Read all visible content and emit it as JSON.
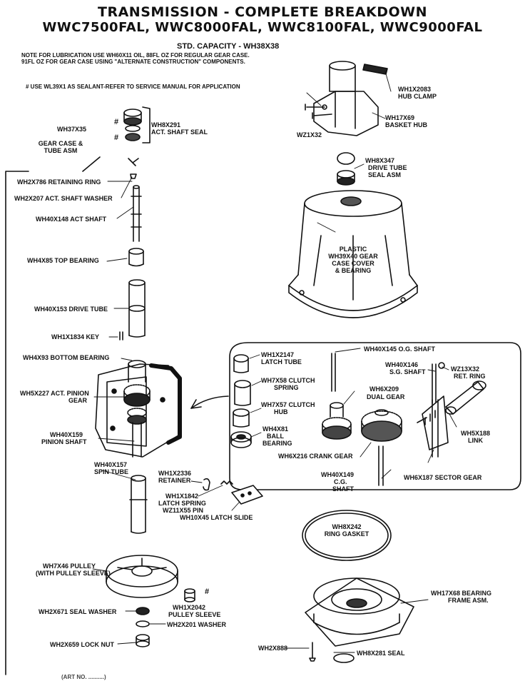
{
  "header": {
    "title": "TRANSMISSION - COMPLETE BREAKDOWN",
    "models": "WWC7500FAL, WWC8000FAL, WWC8100FAL, WWC9000FAL",
    "capacity": "STD. CAPACITY  -  WH38X38",
    "note_line1": "NOTE  FOR LUBRICATION USE WH60X11 OIL, 88FL OZ  FOR REGULAR GEAR CASE.",
    "note_line2": "91FL OZ  FOR GEAR CASE USING \"ALTERNATE CONSTRUCTION\" COMPONENTS.",
    "sealant_note": "# USE WL39X1 AS SEALANT-REFER TO SERVICE MANUAL FOR APPLICATION"
  },
  "parts": {
    "hub_clamp": {
      "code": "WH1X2083",
      "name": "HUB CLAMP"
    },
    "basket_hub": {
      "code": "WH17X69",
      "name": "BASKET HUB"
    },
    "wz1x32": {
      "code": "WZ1X32"
    },
    "act_shaft_seal": {
      "code": "WH8X291",
      "name": "ACT. SHAFT SEAL"
    },
    "wh37x35": {
      "code": "WH37X35"
    },
    "gear_case": {
      "line1": "GEAR CASE &",
      "line2": "TUBE ASM"
    },
    "drive_tube_seal": {
      "code": "WH8X347",
      "line1": "DRIVE TUBE",
      "line2": "SEAL ASM"
    },
    "retaining_ring": {
      "text": "WH2X786 RETAINING RING"
    },
    "act_shaft_washer": {
      "text": "WH2X207 ACT. SHAFT WASHER"
    },
    "act_shaft": {
      "text": "WH40X148 ACT  SHAFT"
    },
    "gear_case_cover": {
      "line1": "PLASTIC",
      "line2": "WH39X40 GEAR",
      "line3": "CASE COVER",
      "line4": "& BEARING"
    },
    "top_bearing": {
      "text": "WH4X85 TOP BEARING"
    },
    "drive_tube": {
      "text": "WH40X153 DRIVE TUBE"
    },
    "key": {
      "text": "WH1X1834 KEY"
    },
    "bottom_bearing": {
      "text": "WH4X93 BOTTOM BEARING"
    },
    "og_shaft": {
      "text": "WH40X145 O.G. SHAFT"
    },
    "latch_tube": {
      "code": "WH1X2147",
      "name": "LATCH TUBE"
    },
    "sg_shaft": {
      "code": "WH40X146",
      "name": "S.G. SHAFT"
    },
    "ret_ring": {
      "code": "WZ13X32",
      "name": "RET. RING"
    },
    "clutch_spring": {
      "code": "WH7X58 CLUTCH",
      "name": "SPRING"
    },
    "dual_gear": {
      "code": "WH6X209",
      "name": "DUAL GEAR"
    },
    "act_pinion_gear": {
      "line1": "WH5X227 ACT. PINION",
      "line2": "GEAR"
    },
    "clutch_hub": {
      "code": "WH7X57 CLUTCH",
      "name": "HUB"
    },
    "ball_bearing": {
      "code": "WH4X81",
      "line2": "BALL",
      "line3": "BEARING"
    },
    "link": {
      "code": "WH5X188",
      "name": "LINK"
    },
    "pinion_shaft": {
      "code": "WH40X159",
      "name": "PINION SHAFT"
    },
    "crank_gear": {
      "text": "WH6X216 CRANK GEAR"
    },
    "cg_shaft": {
      "code": "WH40X149",
      "line2": "C.G.",
      "line3": "SHAFT"
    },
    "sector_gear": {
      "text": "WH6X187 SECTOR GEAR"
    },
    "spin_tube": {
      "code": "WH40X157",
      "name": "SPIN TUBE"
    },
    "retainer": {
      "code": "WH1X2336",
      "name": "RETAINER"
    },
    "latch_spring": {
      "code": "WH1X1842",
      "name": "LATCH SPRING"
    },
    "pin": {
      "text": "WZ11X55 PIN"
    },
    "latch_slide": {
      "text": "WH10X45 LATCH SLIDE"
    },
    "ring_gasket": {
      "code": "WH8X242",
      "name": "RING GASKET"
    },
    "pulley": {
      "line1": "WH7X46 PULLEY",
      "line2": "(WITH PULLEY SLEEVE)"
    },
    "bearing_frame": {
      "code": "WH17X68 BEARING",
      "name": "FRAME ASM."
    },
    "pulley_sleeve": {
      "code": "WH1X2042",
      "name": "PULLEY SLEEVE"
    },
    "seal_washer": {
      "text": "WH2X671 SEAL WASHER"
    },
    "washer": {
      "text": "WH2X201 WASHER"
    },
    "lock_nut": {
      "text": "WH2X659 LOCK NUT"
    },
    "wh2x888": {
      "code": "WH2X888"
    },
    "seal": {
      "text": "WH8X281 SEAL"
    }
  },
  "marks": {
    "hash": "#"
  },
  "footer": {
    "art_no": "(ART NO. ..........)"
  }
}
